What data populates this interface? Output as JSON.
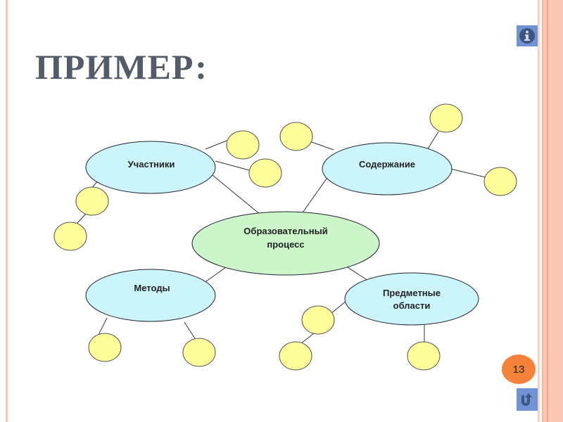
{
  "slide": {
    "title": "ПРИМЕР:",
    "page_number": "13"
  },
  "diagram": {
    "center": {
      "line1": "Образовательный",
      "line2": "процесс"
    },
    "nodes": {
      "participants": "Участники",
      "content": "Содержание",
      "methods": "Методы",
      "subjects_line1": "Предметные",
      "subjects_line2": "области"
    }
  },
  "colors": {
    "center_fill": "#ccf5c9",
    "node_fill": "#ccf5fb",
    "circle_fill": "#fefe9a",
    "title": "#545b68",
    "accent": "#f5823a",
    "nav": "#6f93d3"
  }
}
